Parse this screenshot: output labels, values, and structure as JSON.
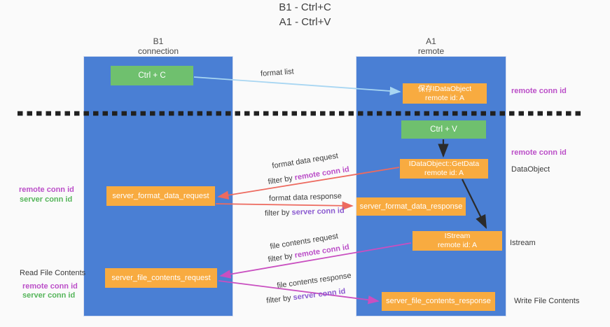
{
  "title": {
    "line1": "B1 - Ctrl+C",
    "line2": "A1 - Ctrl+V"
  },
  "columns": {
    "left": {
      "name": "B1",
      "role": "connection"
    },
    "right": {
      "name": "A1",
      "role": "remote"
    }
  },
  "nodes": {
    "ctrl_c": {
      "label": "Ctrl + C"
    },
    "ctrl_v": {
      "label": "Ctrl + V"
    },
    "save_idataobject": {
      "line1": "保存IDataObject",
      "line2": "remote id: A"
    },
    "idataobject_getdata": {
      "line1": "IDataObject::GetData",
      "line2": "remote id: A"
    },
    "istream": {
      "line1": "IStream",
      "line2": "remote id: A"
    },
    "server_format_data_request": {
      "label": "server_format_data_request"
    },
    "server_format_data_response": {
      "label": "server_format_data_response"
    },
    "server_file_contents_request": {
      "label": "server_file_contents_request"
    },
    "server_file_contents_response": {
      "label": "server_file_contents_response"
    }
  },
  "edge_labels": {
    "format_list": "format list",
    "format_data_request": "format data request",
    "format_data_response": "format data response",
    "file_contents_request": "file contents request",
    "file_contents_response": "file contents response",
    "filter_by": "filter by ",
    "remote_conn_id": "remote conn id",
    "server_conn_id": "server conn id"
  },
  "side_labels": {
    "remote_conn_id": "remote conn id",
    "server_conn_id": "server conn id",
    "dataobject": "DataObject",
    "istream": "Istream",
    "read_file_contents": "Read File Contents",
    "write_file_contents": "Write File Contents"
  },
  "colors": {
    "column_blue": "#4a7fd4",
    "box_green": "#6fc06e",
    "box_orange": "#f8ab40",
    "arrow_light_blue": "#a8d6f2",
    "arrow_red": "#ed6a5f",
    "arrow_magenta": "#c94fc0",
    "arrow_black": "#2b2b2b",
    "text_magenta": "#bb4fc8",
    "text_violet": "#8b5bd0",
    "text_green": "#55b55a"
  }
}
